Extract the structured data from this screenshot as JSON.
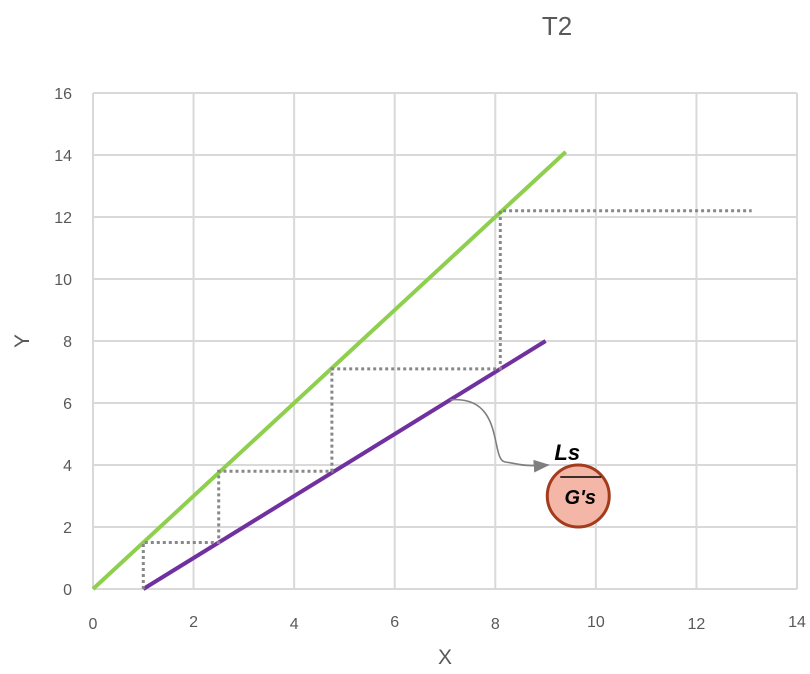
{
  "chart_data": {
    "type": "line",
    "title": "T2",
    "xlabel": "X",
    "ylabel": "Y",
    "xlim": [
      0,
      14
    ],
    "ylim": [
      0,
      16
    ],
    "xticks": [
      0,
      2,
      4,
      6,
      8,
      10,
      12,
      14
    ],
    "yticks": [
      0,
      2,
      4,
      6,
      8,
      10,
      12,
      14,
      16
    ],
    "grid": true,
    "series": [
      {
        "color": "#8ecf4e",
        "points": [
          [
            0,
            0
          ],
          [
            9.4,
            14.1
          ]
        ]
      },
      {
        "color": "#7130a0",
        "points": [
          [
            1,
            0
          ],
          [
            9,
            8
          ]
        ]
      },
      {
        "color": "#888888",
        "dash": true,
        "points": [
          [
            1,
            0
          ],
          [
            1,
            1.5
          ],
          [
            2.5,
            1.5
          ],
          [
            2.5,
            3.8
          ],
          [
            4.75,
            3.8
          ],
          [
            4.75,
            7.1
          ],
          [
            8.1,
            7.1
          ],
          [
            8.1,
            12.2
          ],
          [
            13.1,
            12.2
          ]
        ]
      }
    ],
    "annotations": [
      {
        "numerator": "Ls",
        "denominator": "G's",
        "point": [
          7.1,
          6.1
        ],
        "circle_at": [
          9.65,
          3.0
        ],
        "arrow_to": [
          9.05,
          4.0
        ]
      }
    ]
  },
  "style": {
    "grid_color": "#d9d9d9",
    "axis_color": "#d9d9d9",
    "text_color": "#595959",
    "badge_fill": "#f4b6a6",
    "badge_stroke": "#a23c1c",
    "arrow_color": "#7f7f7f"
  }
}
